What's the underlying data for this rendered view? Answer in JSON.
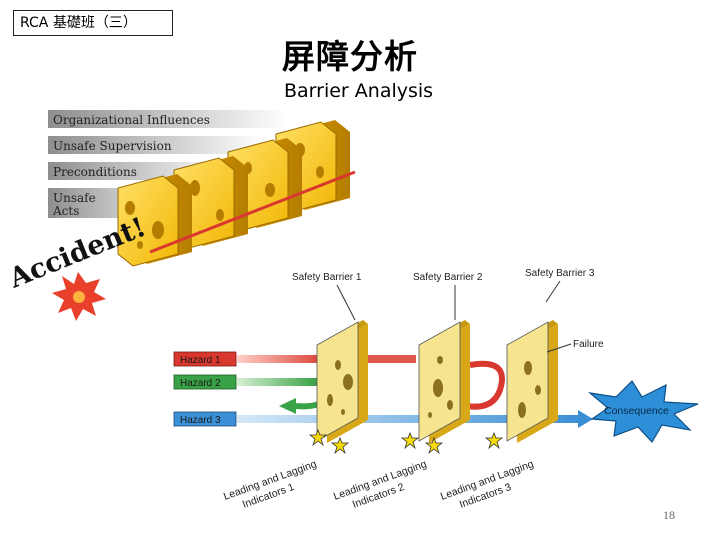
{
  "header": {
    "tag_label": "RCA 基礎班（三）",
    "title_zh": "屏障分析",
    "title_en": "Barrier Analysis"
  },
  "swiss_cheese": {
    "layers": [
      "Organizational Influences",
      "Unsafe Supervision",
      "Preconditions",
      "Unsafe",
      "Acts"
    ],
    "accident_label": "Accident!"
  },
  "barrier_model": {
    "barriers": [
      "Safety Barrier 1",
      "Safety Barrier 2",
      "Safety Barrier 3"
    ],
    "hazards": [
      {
        "label": "Hazard 1",
        "color": "#d8382e"
      },
      {
        "label": "Hazard 2",
        "color": "#3aa246"
      },
      {
        "label": "Hazard 3",
        "color": "#3b8fd6"
      }
    ],
    "failure_label": "Failure",
    "consequence_label": "Consequence",
    "indicators": [
      {
        "line1": "Leading and Lagging",
        "line2": "Indicators 1"
      },
      {
        "line1": "Leading and Lagging",
        "line2": "Indicators 2"
      },
      {
        "line1": "Leading and Lagging",
        "line2": "Indicators 3"
      }
    ]
  },
  "page_number": "18"
}
